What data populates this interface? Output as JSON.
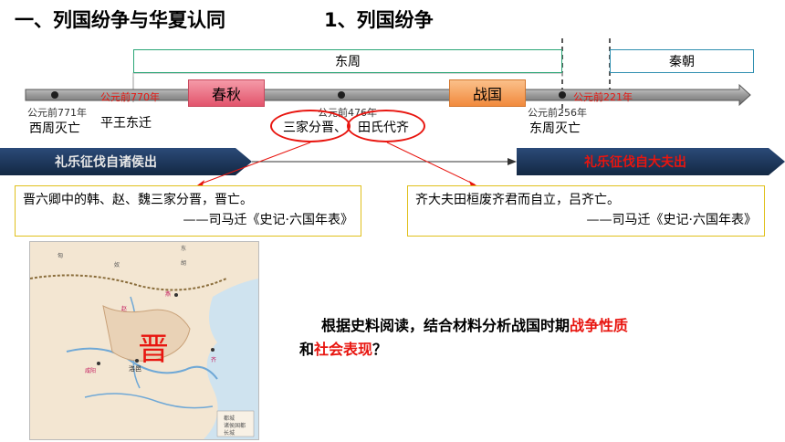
{
  "header": {
    "title": "一、列国纷争与华夏认同",
    "subtitle": "1、列国纷争"
  },
  "timeline": {
    "periods": {
      "dongzhou": "东周",
      "qin": "秦朝",
      "chunqiu": "春秋",
      "zhanguo": "战国"
    },
    "events": {
      "date_771": "公元前771年",
      "label_771": "西周灭亡",
      "date_770": "公元前770年",
      "label_770": "平王东迁",
      "date_476": "公元前476年",
      "date_256": "公元前256年",
      "label_256": "东周灭亡",
      "date_221": "公元前221年"
    },
    "circled": {
      "sanjia": "三家分晋、",
      "tianshi": "田氏代齐"
    },
    "colors": {
      "chunqiu_fill": "#ef6f84",
      "zhanguo_fill": "#f7a45f",
      "banner_fill": "#1e3a5f",
      "accent_red": "#e8150f",
      "box_green": "#2aa676",
      "box_teal": "#2f8fb0"
    }
  },
  "banners": {
    "left": "礼乐征伐自诸侯出",
    "right": "礼乐征伐自大夫出"
  },
  "quotes": {
    "left": {
      "text": "晋六卿中的韩、赵、魏三家分晋，晋亡。",
      "source": "——司马迁《史记·六国年表》"
    },
    "right": {
      "text": "齐大夫田桓废齐君而自立，吕齐亡。",
      "source": "——司马迁《史记·六国年表》"
    }
  },
  "map": {
    "big_label": "晋",
    "labels": {
      "nu": "匈",
      "nu2": "奴",
      "dong": "东",
      "hu": "胡",
      "zhao": "赵",
      "yan": "燕",
      "luoyi": "洛邑",
      "xianyang": "咸阳",
      "qi": "齐"
    },
    "legend": {
      "capital": "都城",
      "state_capital": "诸侯国都",
      "wall": "长城"
    }
  },
  "question": {
    "part1": "根据史料阅读，结合材料分析战国时期",
    "hl1": "战争性质",
    "part2": "和",
    "hl2": "社会表现",
    "part3": "？"
  }
}
